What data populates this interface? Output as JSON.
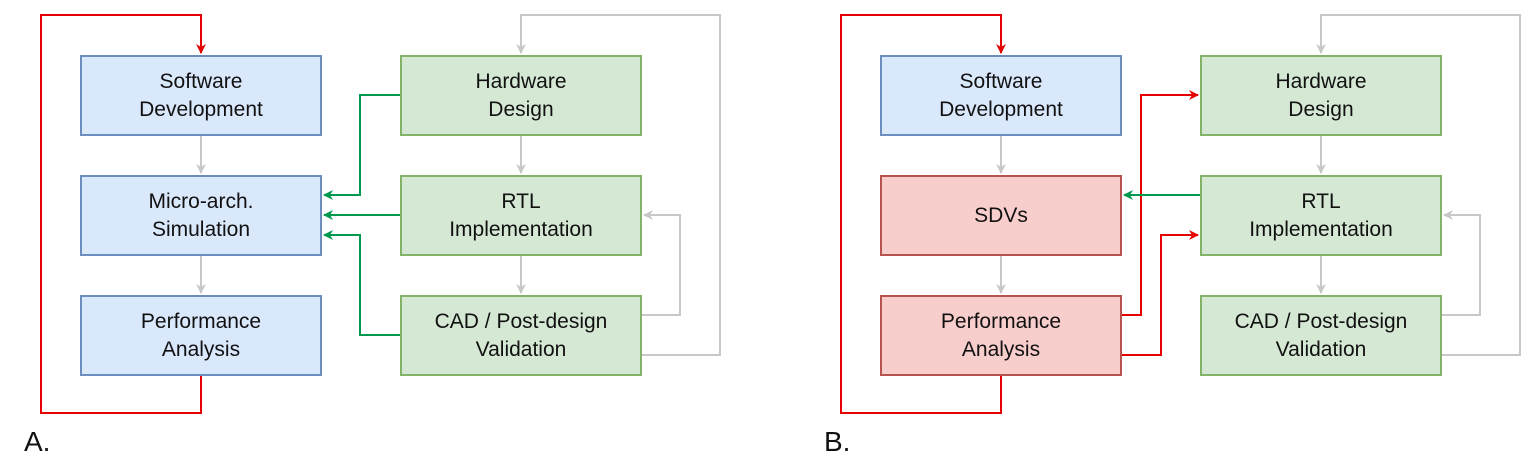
{
  "colors": {
    "blue_fill": "#dae8fc",
    "blue_border": "#6c8ebf",
    "green_fill": "#d5e8d4",
    "green_border": "#82b366",
    "red_fill": "#f8cecc",
    "red_border": "#b85450",
    "arrow_red": "#e60000",
    "arrow_green": "#00994d",
    "arrow_gray": "#c8c8c8"
  },
  "panel_a": {
    "label": "A.",
    "software_development": "Software\nDevelopment",
    "micro_arch_simulation": "Micro-arch.\nSimulation",
    "performance_analysis": "Performance\nAnalysis",
    "hardware_design": "Hardware\nDesign",
    "rtl_implementation": "RTL\nImplementation",
    "cad_validation": "CAD / Post-design\nValidation"
  },
  "panel_b": {
    "label": "B.",
    "software_development": "Software\nDevelopment",
    "sdvs": "SDVs",
    "performance_analysis": "Performance\nAnalysis",
    "hardware_design": "Hardware\nDesign",
    "rtl_implementation": "RTL\nImplementation",
    "cad_validation": "CAD / Post-design\nValidation"
  }
}
